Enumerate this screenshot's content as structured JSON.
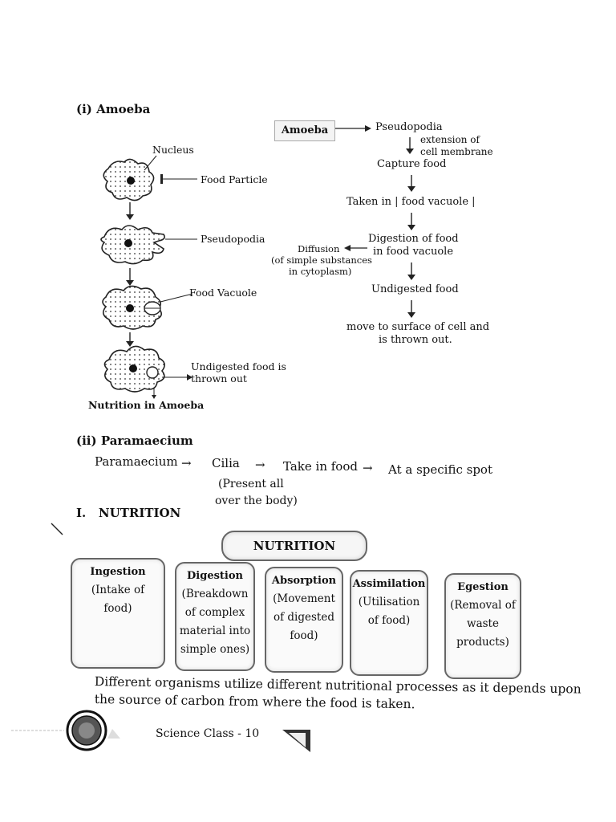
{
  "section_amoeba": {
    "heading": "(i) Amoeba",
    "figure": {
      "labels": {
        "nucleus": "Nucleus",
        "food_particle": "Food Particle",
        "pseudopodia": "Pseudopodia",
        "food_vacuole": "Food Vacuole",
        "undigested_1": "Undigested food is",
        "undigested_2": "thrown out"
      },
      "caption": "Nutrition in Amoeba"
    },
    "flow": {
      "start": "Amoeba",
      "pseudopodia": "Pseudopodia",
      "note_1": "extension of",
      "note_2": "cell membrane",
      "capture": "Capture food",
      "taken_in": "Taken in | food vacuole |",
      "digestion_1": "Digestion of food",
      "digestion_2": "in food vacuole",
      "diffusion_1": "Diffusion",
      "diffusion_2": "(of simple substances",
      "diffusion_3": "in cytoplasm)",
      "undigested": "Undigested food",
      "move_1": "move to surface of cell and",
      "move_2": "is thrown out."
    }
  },
  "section_paramaecium": {
    "heading": "(ii) Paramaecium",
    "flow": [
      "Paramaecium",
      "Cilia",
      "Take in food",
      "At a specific spot"
    ],
    "arrow": "→",
    "note_1": "(Present all",
    "note_2": "over the body)"
  },
  "section_nutrition": {
    "heading": "I.   NUTRITION",
    "banner": "NUTRITION",
    "boxes": [
      {
        "title": "Ingestion",
        "desc": [
          "(Intake of",
          "food)"
        ]
      },
      {
        "title": "Digestion",
        "desc": [
          "(Breakdown",
          "of complex",
          "material into",
          "simple ones)"
        ]
      },
      {
        "title": "Absorption",
        "desc": [
          "(Movement",
          "of digested",
          "food)"
        ]
      },
      {
        "title": "Assimilation",
        "desc": [
          "(Utilisation",
          "of food)"
        ]
      },
      {
        "title": "Egestion",
        "desc": [
          "(Removal of",
          "waste",
          "products)"
        ]
      }
    ],
    "paragraph_1": "Different organisms utilize different nutritional processes as it depends upon",
    "paragraph_2": "the source of carbon from where the food is taken."
  },
  "footer": {
    "text": "Science Class - 10"
  }
}
